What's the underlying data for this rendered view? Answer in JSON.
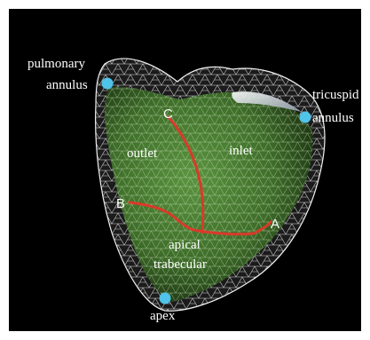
{
  "labels": {
    "pulmonary_line1": "pulmonary",
    "pulmonary_line2": "annulus",
    "tricuspid_line1": "tricuspid",
    "tricuspid_line2": "annulus",
    "apex": "apex",
    "outlet": "outlet",
    "inlet": "inlet",
    "apical_line1": "apical",
    "apical_line2": "trabecular"
  },
  "points": {
    "a": "A",
    "b": "B",
    "c": "C"
  },
  "colors": {
    "background": "#000000",
    "border": "#ffffff",
    "tissue": "#3f6e2a",
    "mesh": "#e6e6e6",
    "landmark": "#4fc3e8",
    "path": "#d93a2a"
  }
}
